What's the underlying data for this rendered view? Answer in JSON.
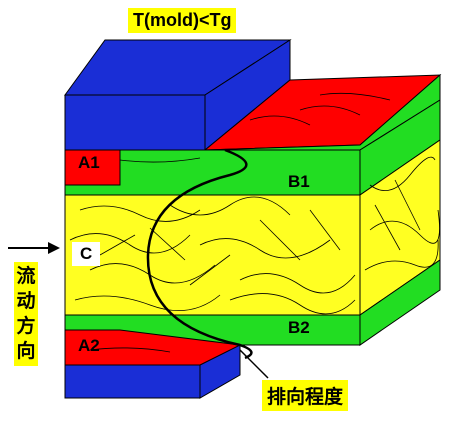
{
  "title": "T(mold)<Tg",
  "labels": {
    "a1": "A1",
    "a2": "A2",
    "b1": "B1",
    "b2": "B2",
    "c": "C",
    "flow_direction": "流动方向",
    "orientation_degree": "排向程度"
  },
  "colors": {
    "mold": "#1a2ed6",
    "skin": "#ff0000",
    "shear": "#22dd22",
    "core": "#ffff22",
    "label_bg": "#ffff00",
    "edge": "#000000"
  }
}
